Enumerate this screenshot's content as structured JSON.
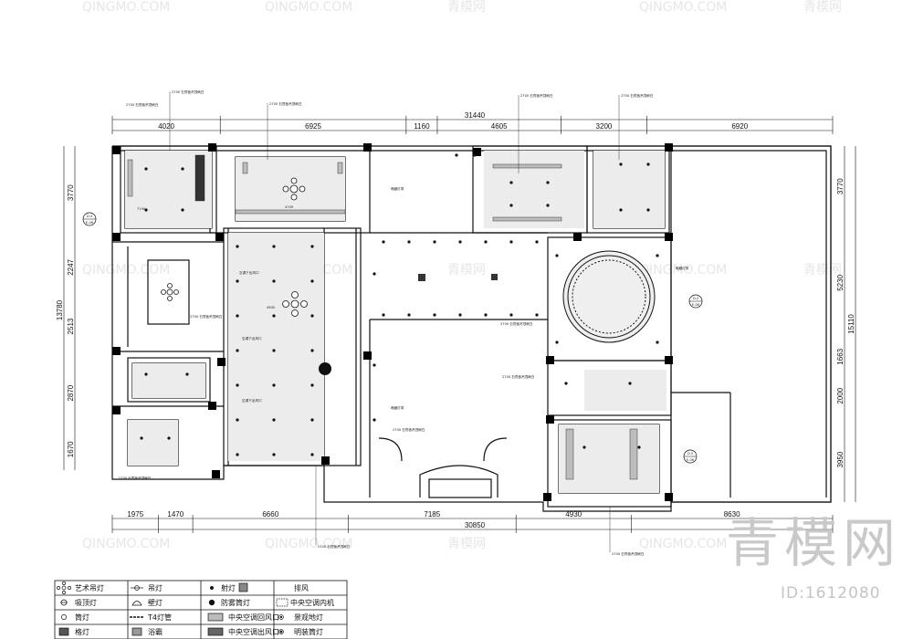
{
  "watermark": {
    "big": "青模网",
    "id_label": "ID:1612080",
    "tile_brand": "QINGMO.COM",
    "tile_cn": "青模网"
  },
  "dims": {
    "top_total": "31440",
    "top_segments": [
      "4020",
      "6925",
      "1160",
      "4605",
      "3200",
      "6920"
    ],
    "bottom_total": "30850",
    "bottom_segments": [
      "1975",
      "1470",
      "6660",
      "7185",
      "4930",
      "8630"
    ],
    "left_total": "13780",
    "left_segments": [
      "3770",
      "2247",
      "2513",
      "2870",
      "1670"
    ],
    "right_total": "15110",
    "right_segments_outer": [
      "3770",
      "5230",
      "1663",
      "2000",
      "3950"
    ]
  },
  "sections": [
    "D-4\nE-06",
    "D-2\nE-06",
    "D-5\nE-06"
  ],
  "plan_labels": {
    "note_a": "2700 石膏板吊顶刷白",
    "note_b": "空调下出风口",
    "note_c": "暗藏灯带",
    "small_a": "4799",
    "small_b": "4900",
    "small_c": "7190"
  },
  "legend": {
    "rows": [
      [
        {
          "icon": "art-chandelier-icon",
          "text": "艺术吊灯"
        },
        {
          "icon": "pendant-icon",
          "text": "吊灯"
        },
        {
          "icon": "spotlight-icon",
          "text": "射灯"
        },
        {
          "icon": "exhaust-icon",
          "text": "排风"
        }
      ],
      [
        {
          "icon": "ceiling-light-icon",
          "text": "吸顶灯"
        },
        {
          "icon": "wall-lamp-icon",
          "text": "壁灯"
        },
        {
          "icon": "fog-downlight-icon",
          "text": "防雾筒灯"
        },
        {
          "icon": "ac-unit-icon",
          "text": "中央空调内机"
        }
      ],
      [
        {
          "icon": "downlight-icon",
          "text": "筒灯"
        },
        {
          "icon": "t4-tube-icon",
          "text": "T4灯管"
        },
        {
          "icon": "return-vent-icon",
          "text": "中央空调回风口"
        },
        {
          "icon": "landscape-light-icon",
          "text": "景观地灯"
        }
      ],
      [
        {
          "icon": "mesh-light-icon",
          "text": "格灯"
        },
        {
          "icon": "bath-heater-icon",
          "text": "浴霸"
        },
        {
          "icon": "supply-vent-icon",
          "text": "中央空调出风口"
        },
        {
          "icon": "recessed-downlight-icon",
          "text": "明装筒灯"
        }
      ]
    ]
  }
}
